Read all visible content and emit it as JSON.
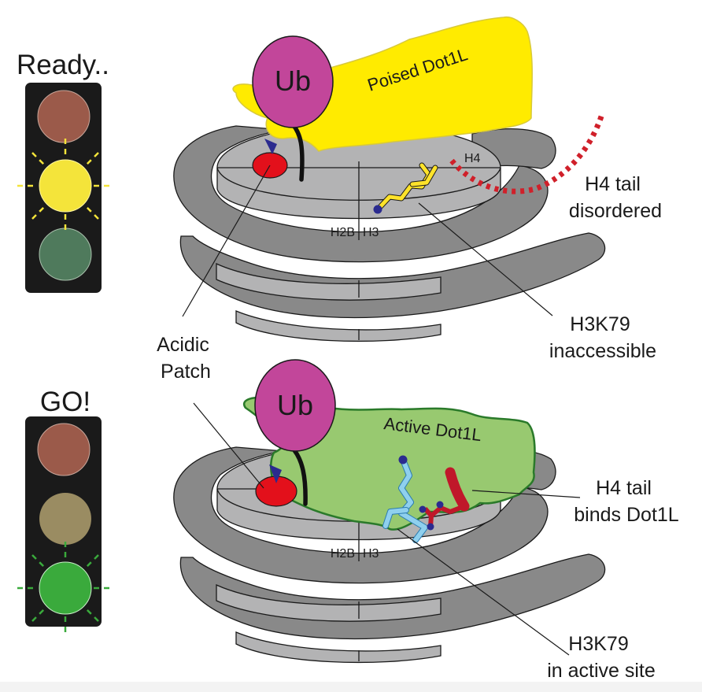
{
  "panels": [
    {
      "state_label": "Ready..",
      "active_light": "yellow",
      "enzyme_label": "Poised Dot1L",
      "ub_label": "Ub",
      "histone_labels": {
        "h2b": "H2B",
        "h3": "H3",
        "h4": "H4"
      },
      "callouts": {
        "h4_tail": [
          "H4 tail",
          "disordered"
        ],
        "h3k79": [
          "H3K79",
          "inaccessible"
        ]
      }
    },
    {
      "state_label": "GO!",
      "active_light": "green",
      "enzyme_label": "Active Dot1L",
      "ub_label": "Ub",
      "histone_labels": {
        "h2b": "H2B",
        "h3": "H3"
      },
      "callouts": {
        "h4_tail": [
          "H4 tail",
          "binds Dot1L"
        ],
        "h3k79": [
          "H3K79",
          "in active site"
        ]
      }
    }
  ],
  "shared_callout": [
    "Acidic",
    "Patch"
  ],
  "colors": {
    "traffic_housing": "#1a1a1a",
    "red_off": "#9b5a4a",
    "yellow_on": "#f4e43a",
    "yellow_off": "#9a8c62",
    "green_off": "#4f7a5c",
    "green_on": "#3aaa3c",
    "ub": "#c2469a",
    "poised_dot1l": "#ffeb00",
    "active_dot1l": "#98c970",
    "dna": "#898989",
    "histone_core": "#b3b3b4",
    "acidic_patch": "#e3101b",
    "h4_tail": "#d0202a",
    "h3k79_inaccessible": "#ffe32a",
    "h3k79_active": "#8fd0ee",
    "lysine_head": "#2b2b8f"
  }
}
